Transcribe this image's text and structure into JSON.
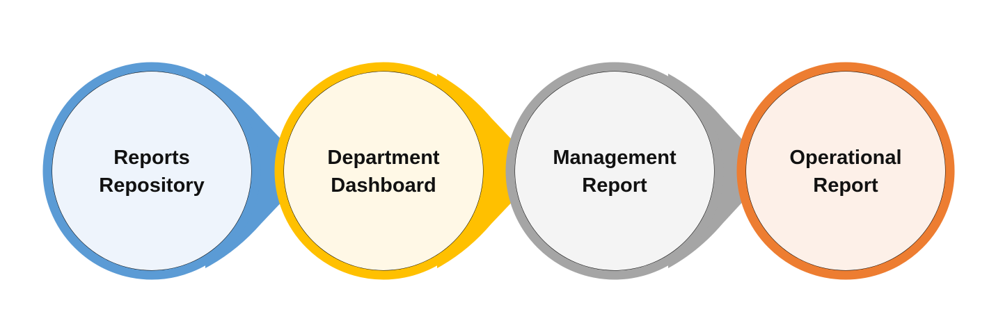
{
  "stages": [
    {
      "line1": "Reports",
      "line2": "Repository",
      "stroke": "#5b9bd5",
      "fill": "#eef4fc"
    },
    {
      "line1": "Department",
      "line2": "Dashboard",
      "stroke": "#ffc000",
      "fill": "#fff8e6"
    },
    {
      "line1": "Management",
      "line2": "Report",
      "stroke": "#a5a5a5",
      "fill": "#f4f4f4"
    },
    {
      "line1": "Operational",
      "line2": "Report",
      "stroke": "#ed7d31",
      "fill": "#fdf0e8"
    }
  ]
}
